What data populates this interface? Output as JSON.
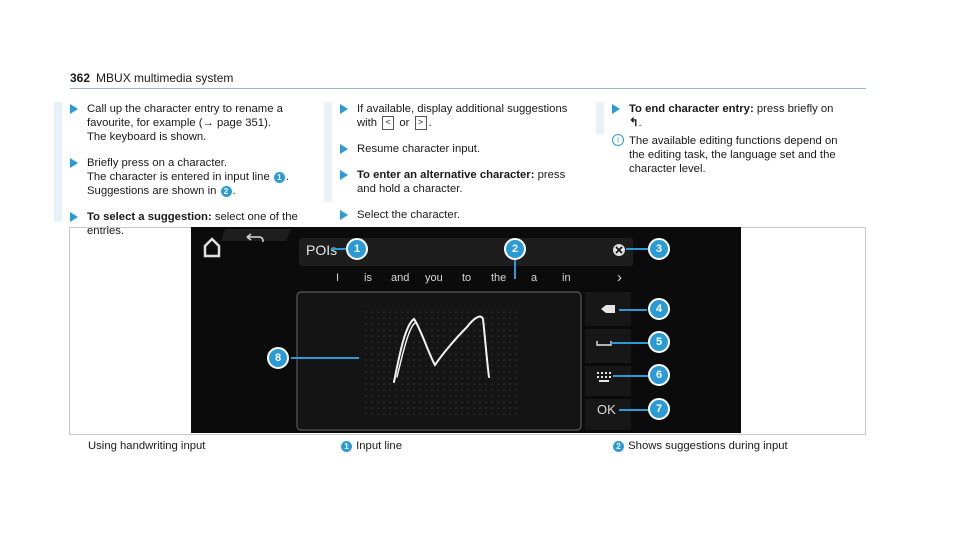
{
  "header": {
    "page_number": "362",
    "title": "MBUX multimedia system"
  },
  "col1": {
    "i1_a": "Call up the character entry to rename a",
    "i1_b": "favourite, for example (",
    "i1_arrow": "→",
    "i1_c": " page 351).",
    "i1_d": "The keyboard is shown.",
    "i2_a": "Briefly press on a character.",
    "i2_b": "The character is entered in input line ",
    "i2_b_num": "1",
    "i2_b_end": ".",
    "i2_c": "Suggestions are shown in ",
    "i2_c_num": "2",
    "i2_c_end": ".",
    "i3_bold": "To select a suggestion:",
    "i3_rest": " select one of the",
    "i3_b": "entries."
  },
  "col2": {
    "i1_a": "If available, display additional suggestions",
    "i1_b": "with ",
    "i1_key1": "<",
    "i1_or": " or ",
    "i1_key2": ">",
    "i1_end": ".",
    "i2": "Resume character input.",
    "i3_bold": "To enter an alternative character:",
    "i3_rest": " press",
    "i3_b": "and hold a character.",
    "i4": "Select the character."
  },
  "col3": {
    "i1_bold": "To end character entry:",
    "i1_rest": " press briefly on",
    "i1_icon": "↰",
    "i1_end": ".",
    "info_glyph": "i",
    "info_a": "The available editing functions depend on",
    "info_b": "the editing task, the language set and the",
    "info_c": "character level."
  },
  "screen": {
    "input_text": "POIs",
    "suggestions": [
      "I",
      "is",
      "and",
      "you",
      "to",
      "the",
      "a",
      "in"
    ],
    "more": "›",
    "ok_label": "OK",
    "callouts": [
      "1",
      "2",
      "3",
      "4",
      "5",
      "6",
      "7",
      "8"
    ]
  },
  "captions": {
    "figure": "Using handwriting input",
    "c1_num": "1",
    "c1_text": "Input line",
    "c2_num": "2",
    "c2_text": "Shows suggestions during input"
  },
  "colors": {
    "accent": "#2b9bd6",
    "screen_bg": "#0b0b0b"
  },
  "icons": [
    "home-icon",
    "back-icon",
    "clear-icon",
    "backspace-icon",
    "space-icon",
    "keyboard-icon"
  ]
}
